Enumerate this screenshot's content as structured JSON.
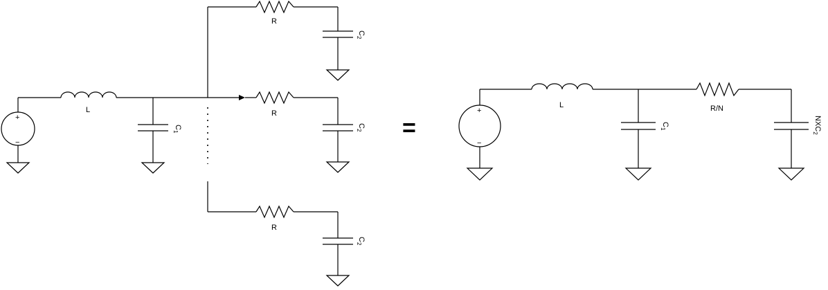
{
  "labels": {
    "inductor": "L",
    "resistor": "R",
    "cap1_main": "C",
    "cap1_sub": "1",
    "cap2_main": "C",
    "cap2_sub": "2",
    "equals": "=",
    "plus": "+",
    "minus": "−",
    "resistor_eq": "R/N",
    "cap_eq_main": "NXC",
    "cap_eq_sub": "2"
  }
}
